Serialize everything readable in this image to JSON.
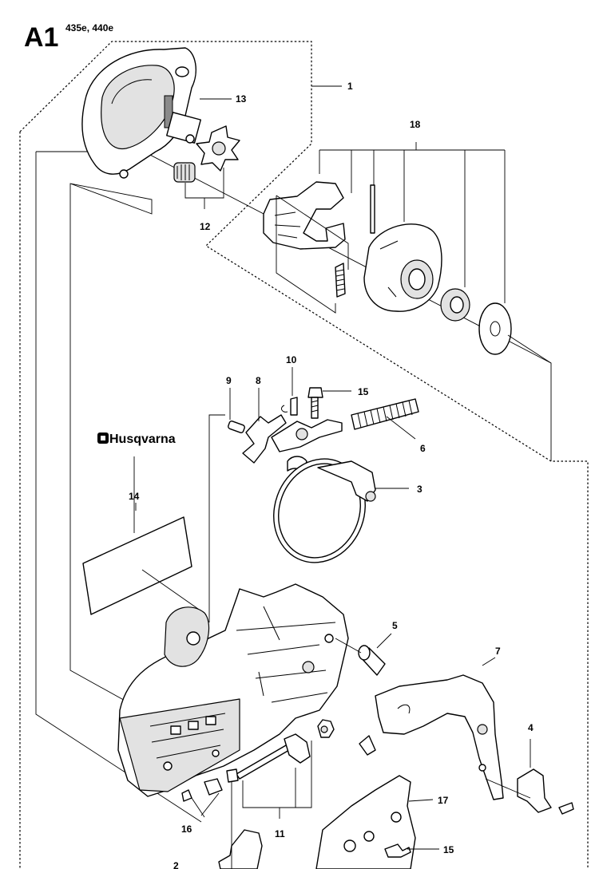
{
  "header": {
    "page_label": "A1",
    "models": "435e, 440e"
  },
  "brand": {
    "logo_text": "Husqvarna"
  },
  "parts": [
    {
      "number": "1",
      "name_ref": "outer-cover-group"
    },
    {
      "number": "2",
      "name_ref": "bar-stud"
    },
    {
      "number": "3",
      "name_ref": "brake-band"
    },
    {
      "number": "4",
      "name_ref": "chain-catcher"
    },
    {
      "number": "5",
      "name_ref": "sleeve"
    },
    {
      "number": "6",
      "name_ref": "brake-spring"
    },
    {
      "number": "7",
      "name_ref": "kickback-guard"
    },
    {
      "number": "8",
      "name_ref": "brake-lever"
    },
    {
      "number": "9",
      "name_ref": "pivot-pin"
    },
    {
      "number": "10",
      "name_ref": "circlip"
    },
    {
      "number": "11",
      "name_ref": "tensioner-group"
    },
    {
      "number": "12",
      "name_ref": "knob-gear-group"
    },
    {
      "number": "13",
      "name_ref": "tensioner-cover"
    },
    {
      "number": "14",
      "name_ref": "decal"
    },
    {
      "number": "15",
      "name_ref": "screw"
    },
    {
      "number": "16",
      "name_ref": "screw-16"
    },
    {
      "number": "17",
      "name_ref": "plate"
    },
    {
      "number": "18",
      "name_ref": "brake-mechanism-kit"
    }
  ],
  "icons": {
    "logo": "husqvarna-crown-logo"
  }
}
